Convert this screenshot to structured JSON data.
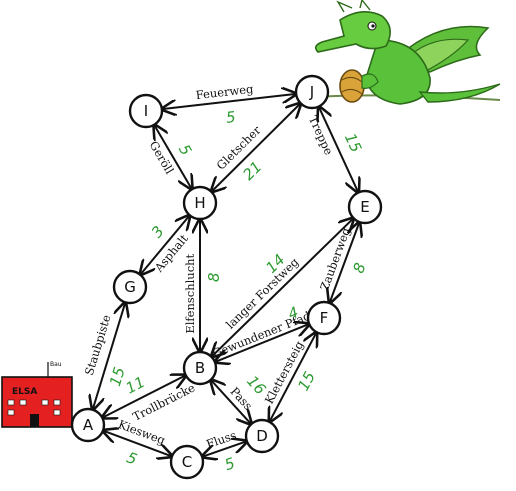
{
  "school": {
    "label": "ELSA",
    "roof_text": "Bau"
  },
  "nodes": [
    {
      "id": "A",
      "label": "A"
    },
    {
      "id": "B",
      "label": "B"
    },
    {
      "id": "C",
      "label": "C"
    },
    {
      "id": "D",
      "label": "D"
    },
    {
      "id": "E",
      "label": "E"
    },
    {
      "id": "F",
      "label": "F"
    },
    {
      "id": "G",
      "label": "G"
    },
    {
      "id": "H",
      "label": "H"
    },
    {
      "id": "I",
      "label": "I"
    },
    {
      "id": "J",
      "label": "J"
    }
  ],
  "edges": [
    {
      "from": "A",
      "to": "C",
      "name": "Kiesweg",
      "weight": "5"
    },
    {
      "from": "C",
      "to": "D",
      "name": "Fluss",
      "weight": "5"
    },
    {
      "from": "A",
      "to": "B",
      "name": "Trollbrücke",
      "weight": "11"
    },
    {
      "from": "A",
      "to": "G",
      "name": "Staubpiste",
      "weight": "15"
    },
    {
      "from": "B",
      "to": "D",
      "name": "Pass",
      "weight": "16"
    },
    {
      "from": "D",
      "to": "F",
      "name": "Klettersteig",
      "weight": "15"
    },
    {
      "from": "B",
      "to": "F",
      "name": "Gewundener Pfad",
      "weight": "4"
    },
    {
      "from": "B",
      "to": "E",
      "name": "langer Forstweg",
      "weight": "14"
    },
    {
      "from": "B",
      "to": "H",
      "name": "Elfenschlucht",
      "weight": "8"
    },
    {
      "from": "H",
      "to": "G",
      "name": "Asphalt",
      "weight": "3"
    },
    {
      "from": "H",
      "to": "I",
      "name": "Geröll",
      "weight": "5"
    },
    {
      "from": "H",
      "to": "J",
      "name": "Gletscher",
      "weight": "21"
    },
    {
      "from": "I",
      "to": "J",
      "name": "Feuerweg",
      "weight": "5"
    },
    {
      "from": "E",
      "to": "J",
      "name": "Treppe",
      "weight": "15"
    },
    {
      "from": "F",
      "to": "E",
      "name": "Zauberweg",
      "weight": "8"
    }
  ]
}
